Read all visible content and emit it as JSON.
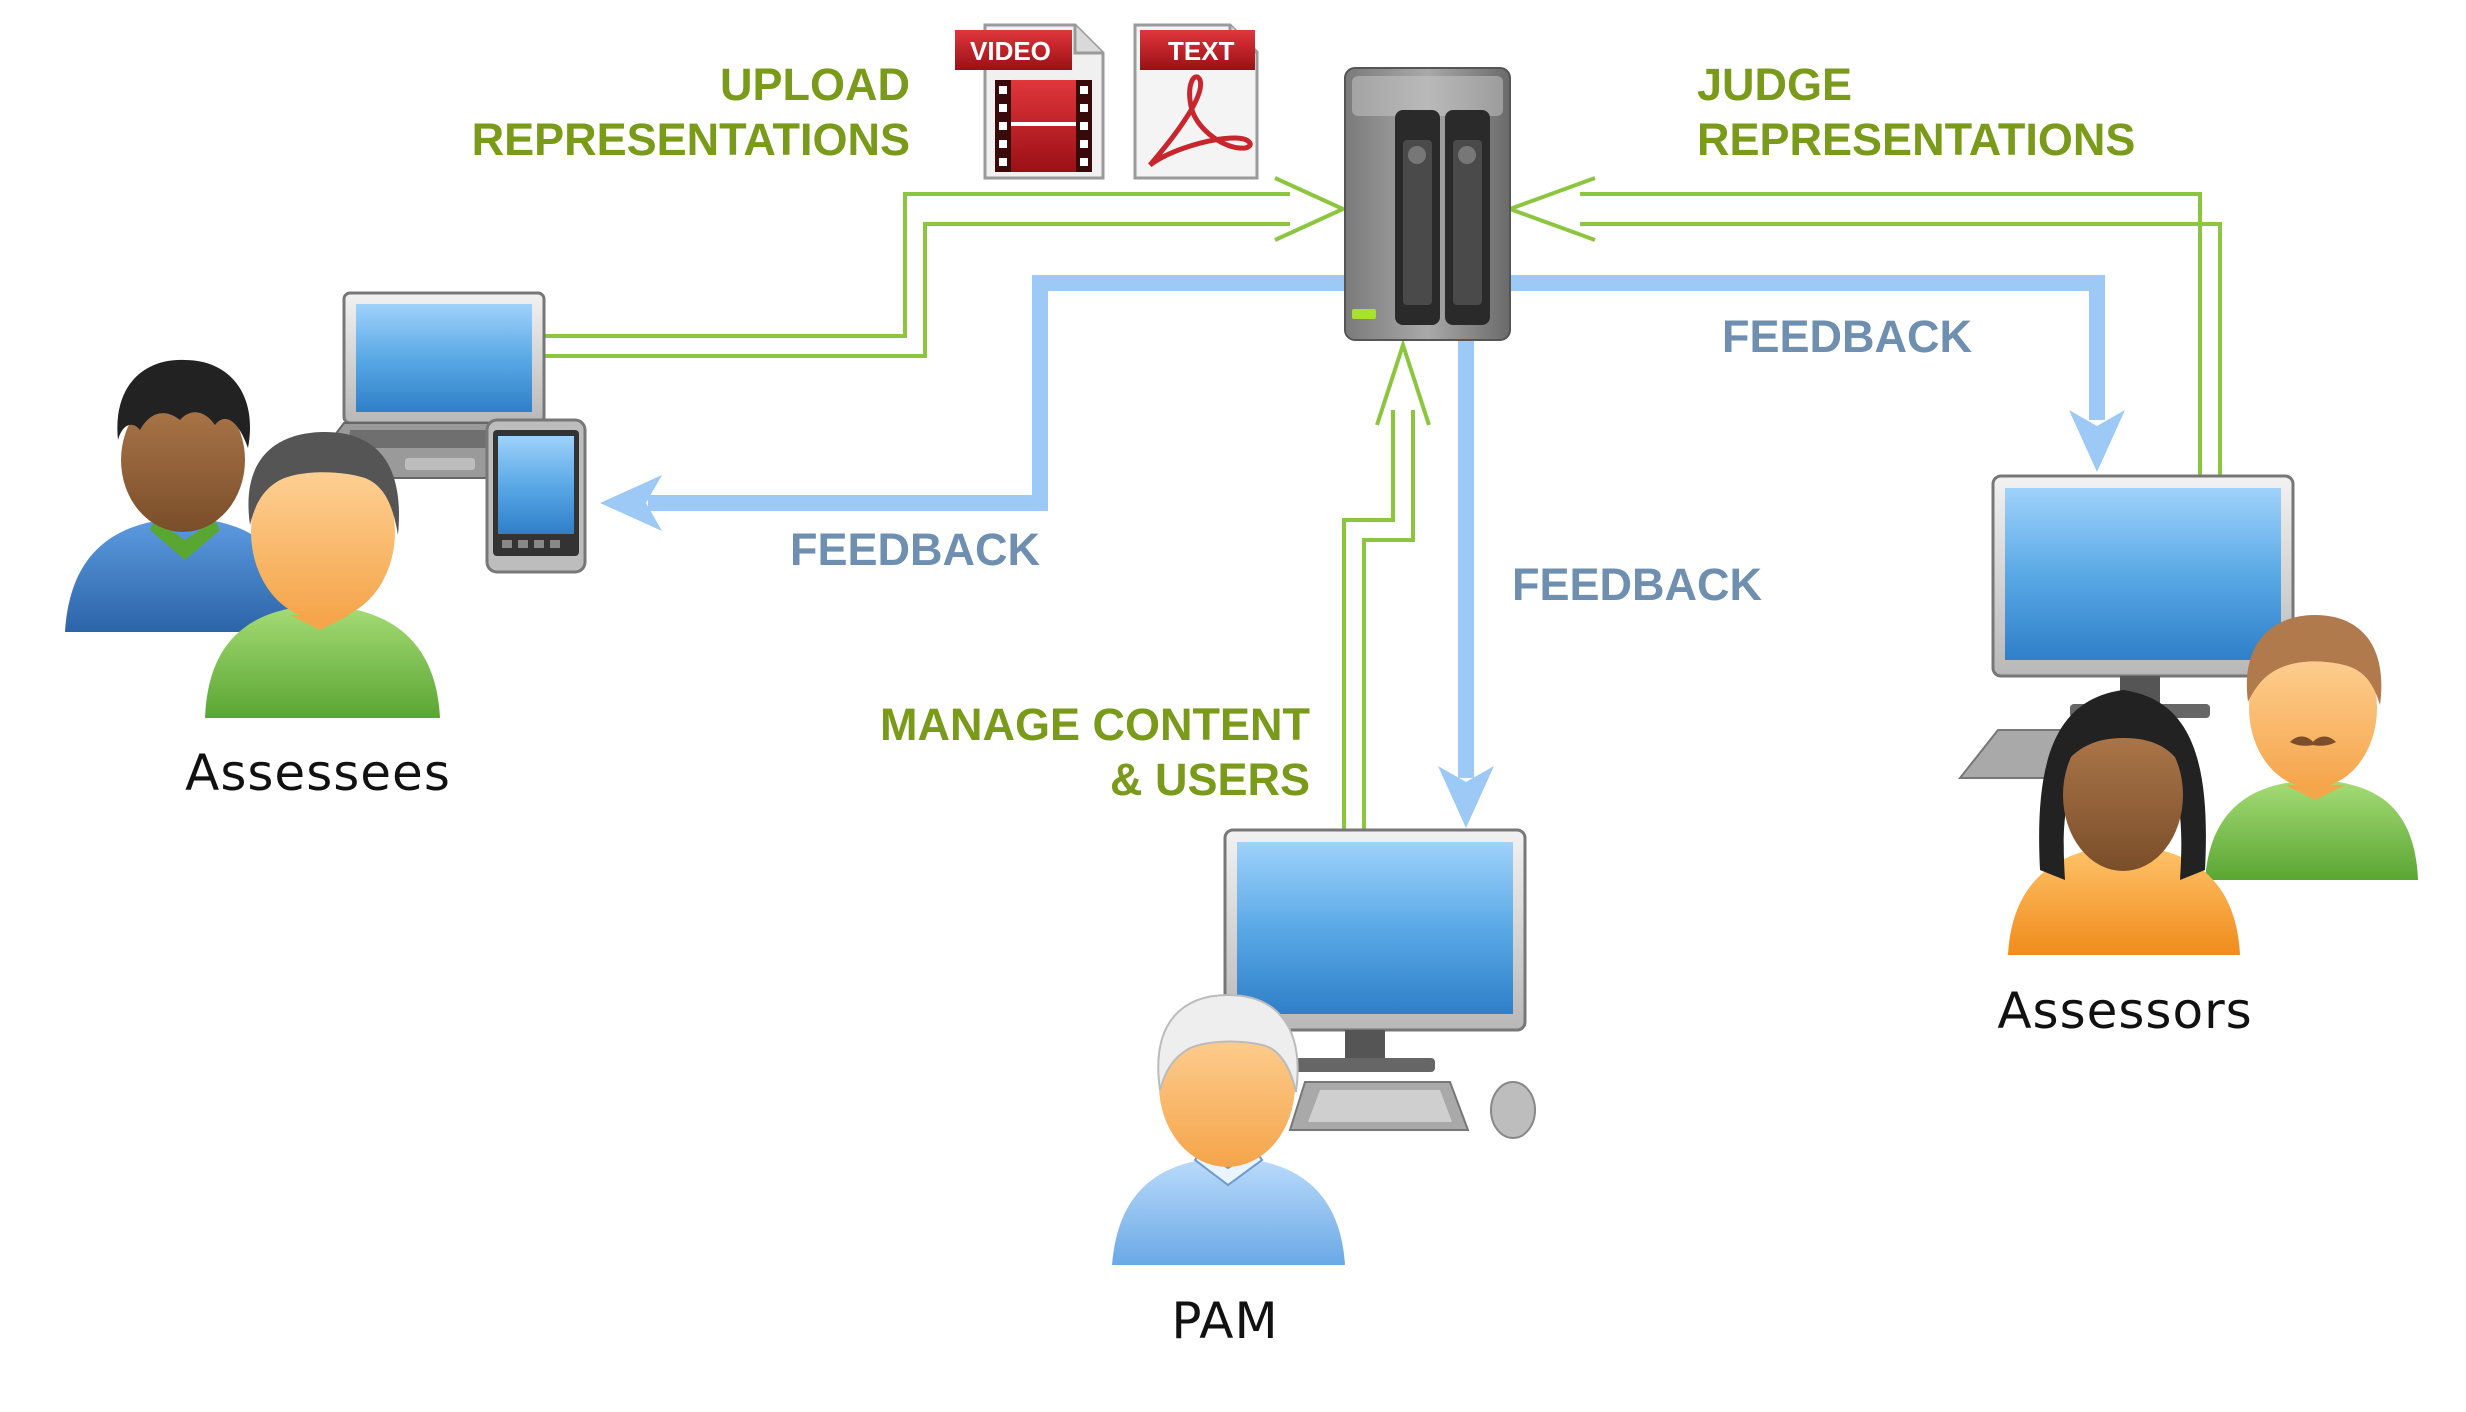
{
  "flows": {
    "upload_line1": "UPLOAD",
    "upload_line2": "REPRESENTATIONS",
    "judge_line1": "JUDGE",
    "judge_line2": "REPRESENTATIONS",
    "manage_line1": "MANAGE CONTENT",
    "manage_line2": "& USERS",
    "feedback_assessees": "FEEDBACK",
    "feedback_pam": "FEEDBACK",
    "feedback_assessors": "FEEDBACK"
  },
  "files": {
    "video_badge": "VIDEO",
    "text_badge": "TEXT"
  },
  "actors": {
    "assessees": "Assessees",
    "pam": "PAM",
    "assessors": "Assessors"
  },
  "colors": {
    "action_green": "#8cc63f",
    "label_green": "#7a9a1a",
    "feedback_blue": "#9cc9f5",
    "label_blue": "#6e8fb0",
    "screen_blue": "#5aa9e6",
    "server_gray": "#5a5a5a",
    "pdf_red": "#c8262c"
  },
  "icons": [
    "server-icon",
    "video-file-icon",
    "pdf-file-icon",
    "laptop-icon",
    "tablet-icon",
    "desktop-computer-icon",
    "user-icon"
  ]
}
